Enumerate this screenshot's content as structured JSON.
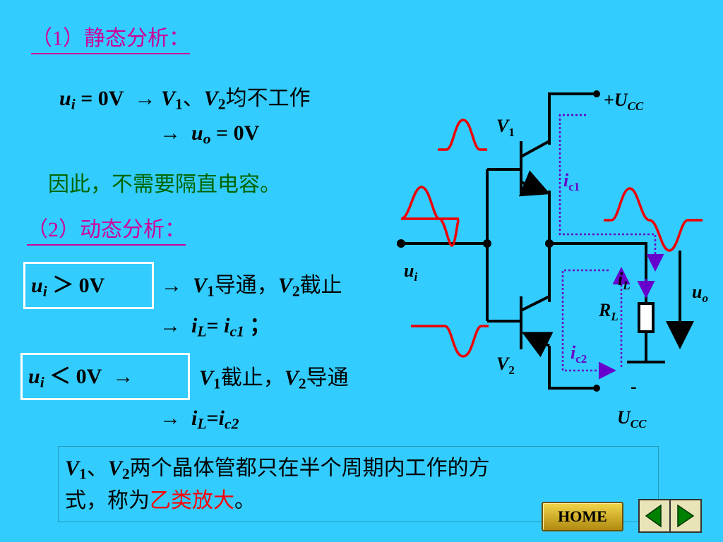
{
  "section1": {
    "heading": "（1）静态分析：",
    "eq1": {
      "var": "u",
      "sub": "i",
      "rhs": " = 0V",
      "arrow": "→",
      "v1": "V",
      "v1_sub": "1",
      "sep": "、",
      "v2": "V",
      "v2_sub": "2",
      "tail": "均不工作"
    },
    "eq2": {
      "arrow": "→",
      "var": "u",
      "sub": "o",
      "rhs": " = 0V"
    },
    "conclusion": "因此，不需要隔直电容。"
  },
  "section2": {
    "heading": "（2）动态分析：",
    "case_pos": {
      "cond_var": "u",
      "cond_sub": "i",
      "cond_rest": " ＞ 0V",
      "arrow": "→",
      "v1": "V",
      "v1_sub": "1",
      "v1_state": "导通，",
      "v2": "V",
      "v2_sub": "2",
      "v2_state": "截止",
      "result_arrow": "→",
      "iL": "i",
      "iL_sub": "L",
      "eq": "= ",
      "ic": "i",
      "ic_sub": "c1",
      "end": " ；"
    },
    "case_neg": {
      "cond_var": "u",
      "cond_sub": "i",
      "cond_rest": " ＜ 0V",
      "arrow": "→",
      "v1": "V",
      "v1_sub": "1",
      "v1_state": "截止，",
      "v2": "V",
      "v2_sub": "2",
      "v2_state": "导通",
      "result_arrow": "→",
      "iL": "i",
      "iL_sub": "L",
      "eq": "=",
      "ic": "i",
      "ic_sub": "c2"
    }
  },
  "note": {
    "v1": "V",
    "v1_sub": "1",
    "sep": "、",
    "v2": "V",
    "v2_sub": "2",
    "text1": "两个晶体管都只在半个周期内工作的方",
    "text2": "式，称为",
    "highlight": "乙类放大",
    "end": "。"
  },
  "circuit": {
    "vcc_pos": "+U",
    "vcc_pos_sub": "CC",
    "vcc_neg_sign": "-",
    "vcc_neg": "U",
    "vcc_neg_sub": "CC",
    "t1": "V",
    "t1_sub": "1",
    "t2": "V",
    "t2_sub": "2",
    "ic1": "i",
    "ic1_sub": "c1",
    "ic2": "i",
    "ic2_sub": "c2",
    "ui": "u",
    "ui_sub": "i",
    "iL": "i",
    "iL_sub": "L",
    "RL": "R",
    "RL_sub": "L",
    "uo": "u",
    "uo_sub": "o"
  },
  "nav": {
    "home_label": "HOME"
  },
  "colors": {
    "background": "#33ccff",
    "heading": "#cc0099",
    "conclusion": "#006600",
    "highlight": "#ff0000",
    "waveform": "#ee0000",
    "current_arrow": "#6600cc",
    "home_button": "#d4b020",
    "nav_arrow": "#008000"
  }
}
